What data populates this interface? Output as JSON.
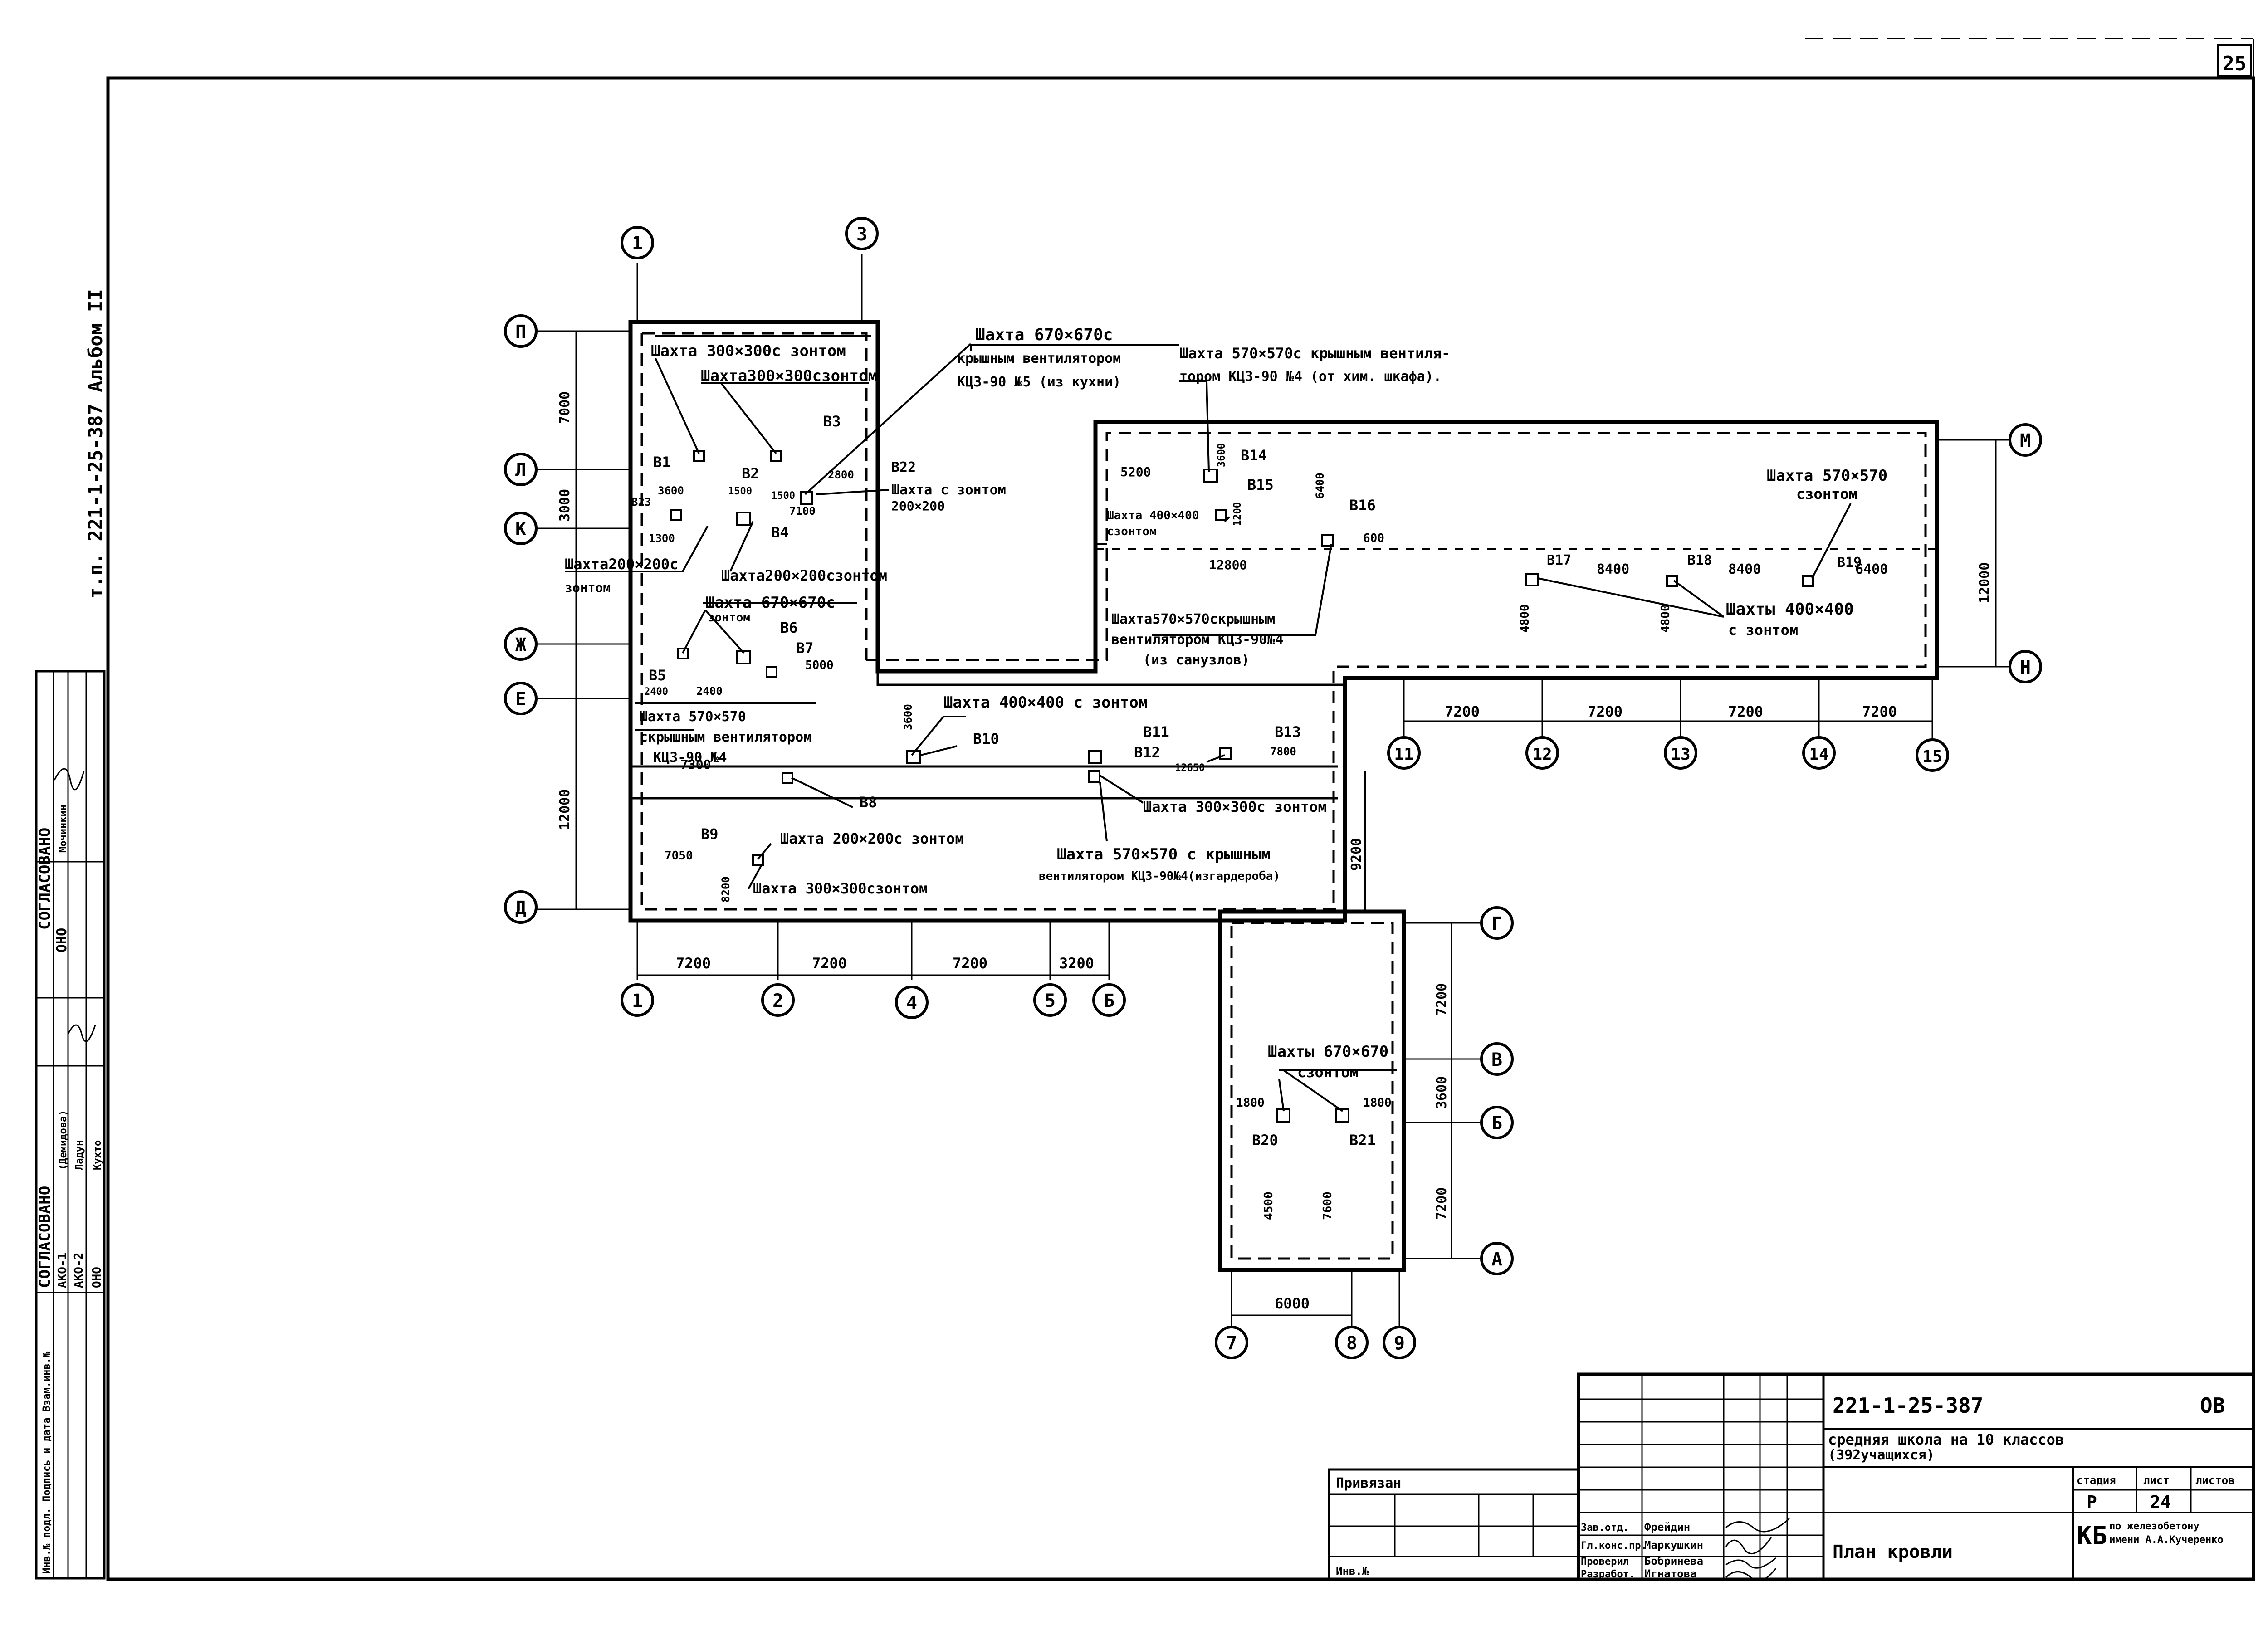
{
  "sheet_number": "25",
  "side_note": "т.п. 221-1-25-387 Альбом II",
  "side_agreement": {
    "title_left": "СОГЛАСОВАНО",
    "title_right": "СОГЛАСОВАНО",
    "rows_left": [
      "АКО-1",
      "АКО-2",
      "ОНО"
    ],
    "rows_mid": [
      "(Демидова)",
      "Ладун",
      "Кухто"
    ],
    "right_label": "ОНО",
    "right_name": "Мочинкин"
  },
  "side_stamp": "Инв.№ подл. Подпись и дата Взам.инв.№",
  "axes": {
    "top": [
      "1",
      "3"
    ],
    "left": [
      "П",
      "Л",
      "К",
      "Ж",
      "Е",
      "Д"
    ],
    "bottom_left": [
      "1",
      "2",
      "4",
      "5",
      "Б"
    ],
    "right_east": [
      "М",
      "Н"
    ],
    "bottom_east": [
      "11",
      "12",
      "13",
      "14",
      "15"
    ],
    "south_right": [
      "Г",
      "В",
      "Б",
      "А"
    ],
    "south_bottom": [
      "7",
      "8",
      "9"
    ]
  },
  "dimensions": {
    "left_vertical": [
      "7000",
      "3000",
      "12000"
    ],
    "bottom_left": [
      "7200",
      "7200",
      "7200",
      "3200"
    ],
    "east_vertical": "12000",
    "bottom_east": [
      "7200",
      "7200",
      "7200",
      "7200"
    ],
    "south_vertical": [
      "7200",
      "3600",
      "7200"
    ],
    "south_bottom": "6000",
    "h_9200": "9200",
    "misc": {
      "d1": "3600",
      "d2": "7100",
      "d3": "1500",
      "d4": "1300",
      "d5": "2400",
      "d6": "2400",
      "d7": "5000",
      "d8": "7300",
      "d9": "7050",
      "d10": "8200",
      "d11": "3600",
      "d12": "12650",
      "d13": "7800",
      "d14": "5200",
      "d15": "3600",
      "d16": "1200",
      "d17": "6400",
      "d18": "12800",
      "d19": "600",
      "d20": "8400",
      "d21": "8400",
      "d22": "6400",
      "d23": "4800",
      "d24": "4800",
      "d25": "1800",
      "d26": "1800",
      "d27": "4500",
      "d28": "7600",
      "d29": "1500",
      "d30": "2800",
      "d31": "7000",
      "d32": "3600",
      "d33": "1500"
    }
  },
  "vents": [
    "В1",
    "В2",
    "В3",
    "В4",
    "В5",
    "В6",
    "В7",
    "В8",
    "В9",
    "В10",
    "В11",
    "В12",
    "В13",
    "В14",
    "В15",
    "В16",
    "В17",
    "В18",
    "В19",
    "В20",
    "В21",
    "В22",
    "В23"
  ],
  "callouts": {
    "c1": "Шахта 300×300с зонтом",
    "c2": "Шахта300×300сзонтом",
    "c3a": "Шахта 670×670с",
    "c3b": "крышным вентилятором",
    "c3c": "КЦ3-90 №5 (из кухни)",
    "c4a": "Шахта с зонтом",
    "c4b": "200×200",
    "c5a": "Шахта200×200с",
    "c5b": "зонтом",
    "c6": "Шахта200×200сзонтом",
    "c7a": "Шахта 670×670с",
    "c7b": "зонтом",
    "c8a": "Шахта 570×570",
    "c8b": "скрышным вентилятором",
    "c8c": "КЦ3-90 №4",
    "c9": "Шахта 400×400 с зонтом",
    "c10": "Шахта 300×300с зонтом",
    "c11a": "Шахта 570×570 с крышным",
    "c11b": "вентилятором КЦ3-90№4(изгардероба)",
    "c12": "Шахта 200×200с зонтом",
    "c13": "Шахта 300×300сзонтом",
    "c14a": "Шахта 570×570с крышным вентиля-",
    "c14b": "тором КЦ3-90 №4 (от хим. шкафа).",
    "c15a": "Шахта 400×400",
    "c15b": "сзонтом",
    "c16a": "Шахта570×570скрышным",
    "c16b": "вентилятором КЦ3-90№4",
    "c16c": "(из санузлов)",
    "c17a": "Шахта 570×570",
    "c17b": "сзонтом",
    "c18a": "Шахты 400×400",
    "c18b": "с зонтом",
    "c19a": "Шахты 670×670",
    "c19b": "сзонтом"
  },
  "title_block": {
    "code": "221-1-25-387",
    "sheet_code": "ОВ",
    "project_line1": "средняя школа на 10 классов",
    "project_line2": "(392учащихся)",
    "stage_header": "стадия",
    "sheet_header": "лист",
    "sheets_header": "листов",
    "stage": "Р",
    "sheet": "24",
    "drawing_title": "План кровли",
    "org_logo": "КБ",
    "org_line1": "по железобетону",
    "org_line2": "имени А.А.Кучеренко",
    "bound_label": "Привязан",
    "inv_label": "Инв.№",
    "roles": [
      "Зав.отд.",
      "Гл.конс.пр.",
      "Проверил",
      "Разработ."
    ],
    "names": [
      "Фрейдин",
      "Маркушкин",
      "Бобринева",
      "Игнатова"
    ]
  }
}
